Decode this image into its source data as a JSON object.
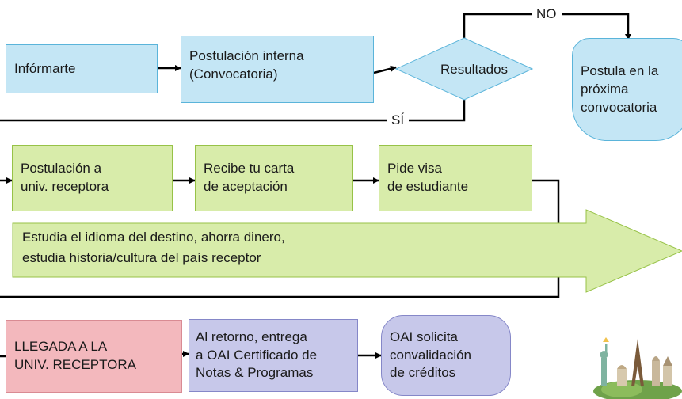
{
  "row1": {
    "informarte": "Infórmarte",
    "postulacion_line1": "Postulación interna",
    "postulacion_line2": "(Convocatoria)",
    "resultados": "Resultados",
    "no_label": "NO",
    "si_label": "SÍ",
    "postula_line1": "Postula en la",
    "postula_line2": "próxima",
    "postula_line3": "convocatoria"
  },
  "row2": {
    "univ_line1": "Postulación a",
    "univ_line2": "univ. receptora",
    "carta_line1": "Recibe tu carta",
    "carta_line2": "de aceptación",
    "visa_line1": "Pide visa",
    "visa_line2": "de estudiante",
    "arrow_line1": "Estudia el idioma del destino, ahorra dinero,",
    "arrow_line2": "estudia historia/cultura del país receptor"
  },
  "row3": {
    "llegada_line1": "LLEGADA A LA",
    "llegada_line2": "UNIV. RECEPTORA",
    "retorno_line1": "Al retorno, entrega",
    "retorno_line2": "a OAI Certificado de",
    "retorno_line3": "Notas & Programas",
    "oai_line1": "OAI solicita",
    "oai_line2": "convalidación",
    "oai_line3": "de créditos"
  },
  "colors": {
    "blue_fill": "#c4e6f5",
    "green_fill": "#d8ecaa",
    "red_fill": "#f3b8bd",
    "purple_fill": "#c7c8ea",
    "connector": "#000000"
  },
  "icons": [
    "landmarks-collage-icon"
  ]
}
